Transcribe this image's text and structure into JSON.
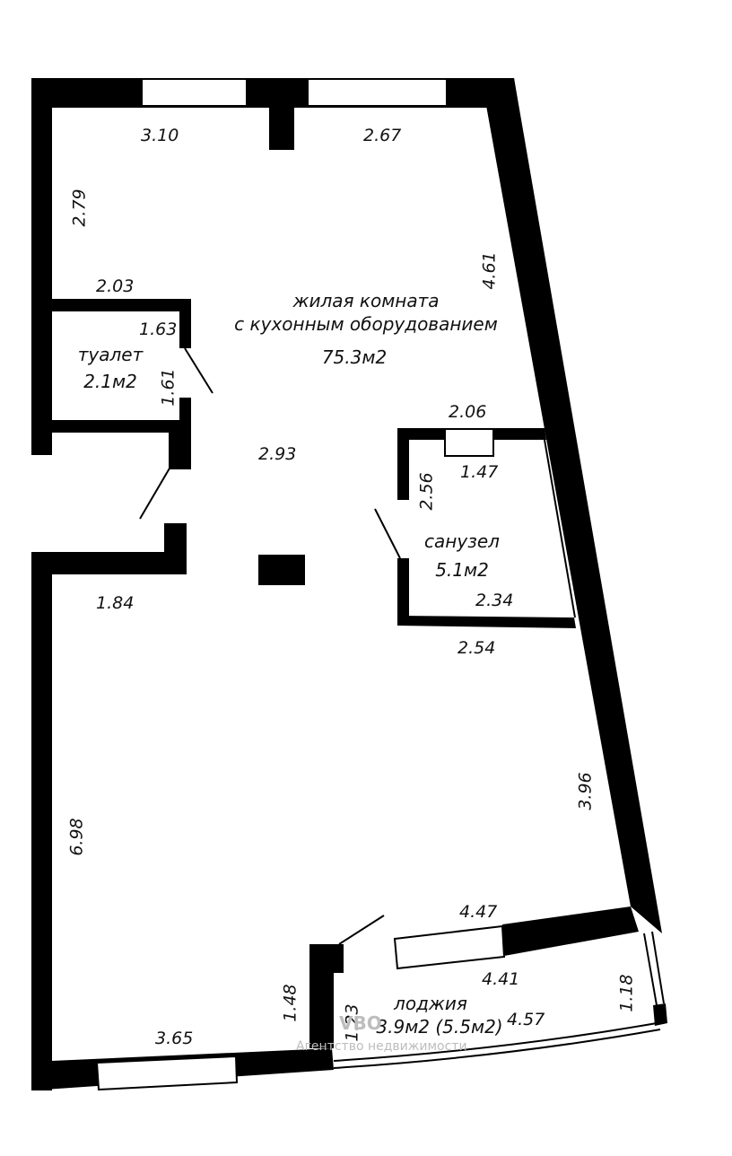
{
  "rooms": {
    "living_title_line1": "жилая комната",
    "living_title_line2": "с кухонным оборудованием",
    "living_area": "75.3м2",
    "toilet_title": "туалет",
    "toilet_area": "2.1м2",
    "bathroom_title": "санузел",
    "bathroom_area": "5.1м2",
    "loggia_title": "лоджия",
    "loggia_area": "3.9м2 (5.5м2)"
  },
  "dimensions": {
    "top_left": "3.10",
    "top_right": "2.67",
    "left_upper": "2.79",
    "right_upper": "4.61",
    "toilet_top": "2.03",
    "toilet_side_upper": "1.63",
    "toilet_side_lower": "1.61",
    "hall": "2.93",
    "bath_top": "2.06",
    "bath_side": "2.56",
    "bath_window": "1.47",
    "bath_inner": "2.34",
    "bath_bottom": "2.54",
    "left_middle": "1.84",
    "right_lower": "3.96",
    "left_lower": "6.98",
    "loggia_top": "4.47",
    "loggia_inner": "4.41",
    "loggia_outer": "4.57",
    "loggia_side": "1.18",
    "bottom_wall_left": "1.48",
    "bottom_wall_right": "1.23",
    "bottom": "3.65"
  },
  "watermark": {
    "line1": "VBO",
    "line2": "Агентство недвижимости"
  },
  "colors": {
    "wall": "#000000",
    "background": "#ffffff"
  }
}
